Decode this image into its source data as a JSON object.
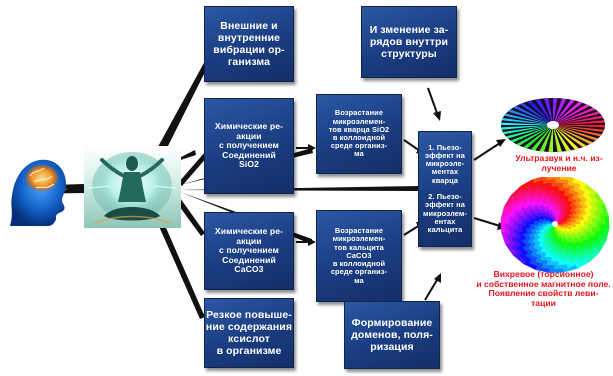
{
  "boxes": {
    "vibrations": "Внешние и\nвнутренние\nвибрации ор-\nганизма",
    "charge_change": "И зменение за-\nрядов внуттри\nструктуры",
    "chem_sio2": "Химические ре-\nакции\nс получением\nСоединений\nSiO2",
    "growth_quartz": "Возрастание\nмикроэлемен-\nтов кварца SiO2\nв коллоидной\nсреде организ-\nма",
    "piezo": "1. Пьезо-\nэффект на\nмикроэле-\nментах\nкварца\n\n2. Пьезо-\nэффект на\nмикроэлем-\nентах\nкальцита",
    "chem_caco3": "Химические ре-\nакции\nс получением\nСоединений\nCaCO3",
    "growth_calcite": "Возрастание\nмикроэлемен-\nтов кальцита\nCaCO3\nв коллоидной\nсреде организ-\nма",
    "acid": "Резкое повыше-\nние содержания\nкcислот\nв организме",
    "domains": "Формирование\nдоменов, поля-\nризация"
  },
  "captions": {
    "ultrasound": "Ультразвук и н.ч. из-\nлучение",
    "vortex": "Вихревое (торсионное)\nи собственное магнитное поле.\nПоявление свойств леви-\nтации"
  },
  "colors": {
    "box": "#1a3c80",
    "caption": "#e8141c",
    "arrow": "#111111"
  }
}
